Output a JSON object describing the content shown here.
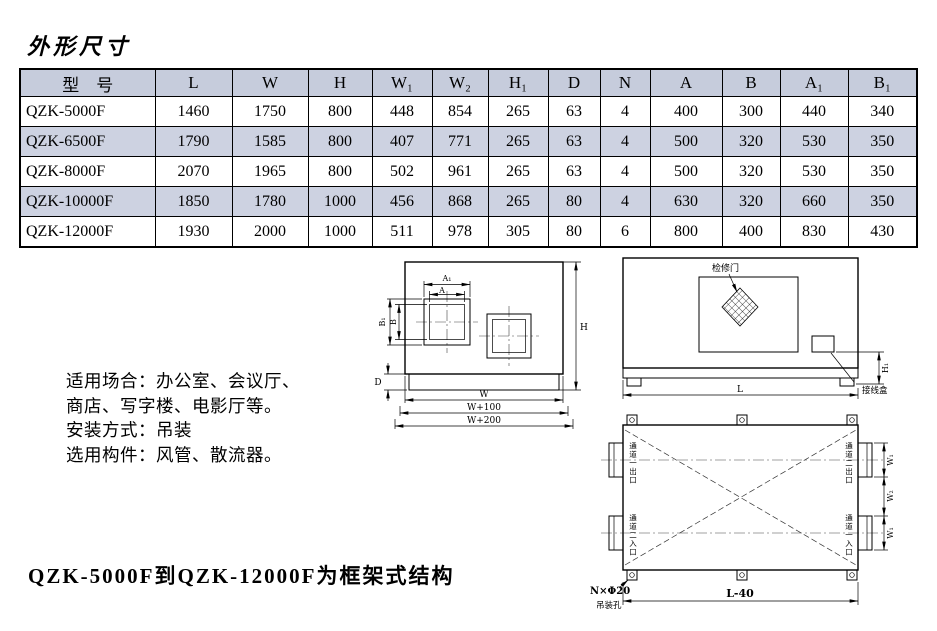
{
  "page": {
    "title": "外形尺寸",
    "footer_note": "QZK-5000F到QZK-12000F为框架式结构"
  },
  "colors": {
    "table_header_bg": "#c6ccdc",
    "table_row_shade": "#cdd2e1",
    "line_color": "#000000"
  },
  "table": {
    "headers": [
      "型　号",
      "L",
      "W",
      "H",
      "W₁",
      "W₂",
      "H₁",
      "D",
      "N",
      "A",
      "B",
      "A₁",
      "B₁"
    ],
    "rows": [
      {
        "model": "QZK-5000F",
        "values": [
          "1460",
          "1750",
          "800",
          "448",
          "854",
          "265",
          "63",
          "4",
          "400",
          "300",
          "440",
          "340"
        ]
      },
      {
        "model": "QZK-6500F",
        "values": [
          "1790",
          "1585",
          "800",
          "407",
          "771",
          "265",
          "63",
          "4",
          "500",
          "320",
          "530",
          "350"
        ]
      },
      {
        "model": "QZK-8000F",
        "values": [
          "2070",
          "1965",
          "800",
          "502",
          "961",
          "265",
          "63",
          "4",
          "500",
          "320",
          "530",
          "350"
        ]
      },
      {
        "model": "QZK-10000F",
        "values": [
          "1850",
          "1780",
          "1000",
          "456",
          "868",
          "265",
          "80",
          "4",
          "630",
          "320",
          "660",
          "350"
        ]
      },
      {
        "model": "QZK-12000F",
        "values": [
          "1930",
          "2000",
          "1000",
          "511",
          "978",
          "305",
          "80",
          "6",
          "800",
          "400",
          "830",
          "430"
        ]
      }
    ]
  },
  "notes": [
    "适用场合：办公室、会议厅、",
    "商店、写字楼、电影厅等。",
    "安装方式：吊装",
    "选用构件：风管、散流器。"
  ],
  "drawings": {
    "front_view": {
      "dim_a1": "A₁",
      "dim_a": "A",
      "dim_b1": "B₁",
      "dim_b": "B",
      "dim_h": "H",
      "dim_d": "D",
      "dim_w": "W",
      "dim_w100": "W+100",
      "dim_w200": "W+200"
    },
    "side_view": {
      "access_door_label": "检修门",
      "junction_box_label": "接线盒",
      "dim_h1": "H₁",
      "dim_l": "L"
    },
    "plan_view": {
      "port_top_left": "通道一出口",
      "port_top_right": "通道二出口",
      "port_bottom_left": "通道二入口",
      "port_bottom_right": "通道一入口",
      "dim_l40": "L-40",
      "dim_w1_top": "W₁",
      "dim_w2": "W₂",
      "dim_w1_bottom": "W₁",
      "holes_count_label": "N×Φ20",
      "holes_name_label": "吊装孔"
    }
  }
}
